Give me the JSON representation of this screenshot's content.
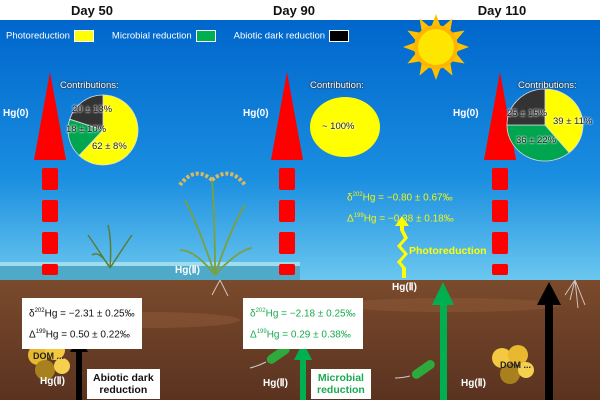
{
  "header": {
    "days": [
      {
        "label": "Day 50",
        "color": "#92d050"
      },
      {
        "label": "Day 90",
        "color": "#ffc000"
      },
      {
        "label": "Day 110",
        "color": "#aeaaaa"
      }
    ]
  },
  "legend": [
    {
      "label": "Photoreduction",
      "color": "#ffff00"
    },
    {
      "label": "Microbial reduction",
      "color": "#00b050"
    },
    {
      "label": "Abiotic dark reduction",
      "color": "#000000"
    }
  ],
  "species": {
    "hg0": "Hg(0)",
    "hg2": "Hg(Ⅱ)"
  },
  "pies": [
    {
      "title": "Contributions:",
      "slices": [
        {
          "label": "62 ± 8%",
          "value": 62,
          "color": "#ffff00"
        },
        {
          "label": "18 ± 10%",
          "value": 18,
          "color": "#00a550"
        },
        {
          "label": "20 ± 13%",
          "value": 20,
          "color": "#333333"
        }
      ]
    },
    {
      "title": "Contribution:",
      "slices": [
        {
          "label": "~ 100%",
          "value": 100,
          "color": "#ffff00"
        }
      ]
    },
    {
      "title": "Contributions:",
      "slices": [
        {
          "label": "39 ± 11%",
          "value": 39,
          "color": "#ffff00"
        },
        {
          "label": "36 ± 22%",
          "value": 36,
          "color": "#00a550"
        },
        {
          "label": "25 ± 15%",
          "value": 25,
          "color": "#333333"
        }
      ]
    }
  ],
  "isotopes": {
    "photo": {
      "d202": "= −0.80 ± 0.67‰",
      "D199": "= −0.38 ± 0.18‰"
    },
    "abiotic": {
      "d202": "= −2.31 ± 0.25‰",
      "D199": "= 0.50 ± 0.22‰"
    },
    "microbial": {
      "d202": "= −2.18 ± 0.25‰",
      "D199": "= 0.29 ± 0.38‰"
    },
    "d_prefix": "δ",
    "D_prefix": "Δ",
    "m202": "202",
    "m199": "199",
    "hg": "Hg"
  },
  "mechanisms": {
    "photo": "Photoreduction",
    "abiotic": [
      "Abiotic dark",
      "reduction"
    ],
    "microbial": [
      "Microbial",
      "reduction"
    ]
  },
  "dom": "DOM ..."
}
